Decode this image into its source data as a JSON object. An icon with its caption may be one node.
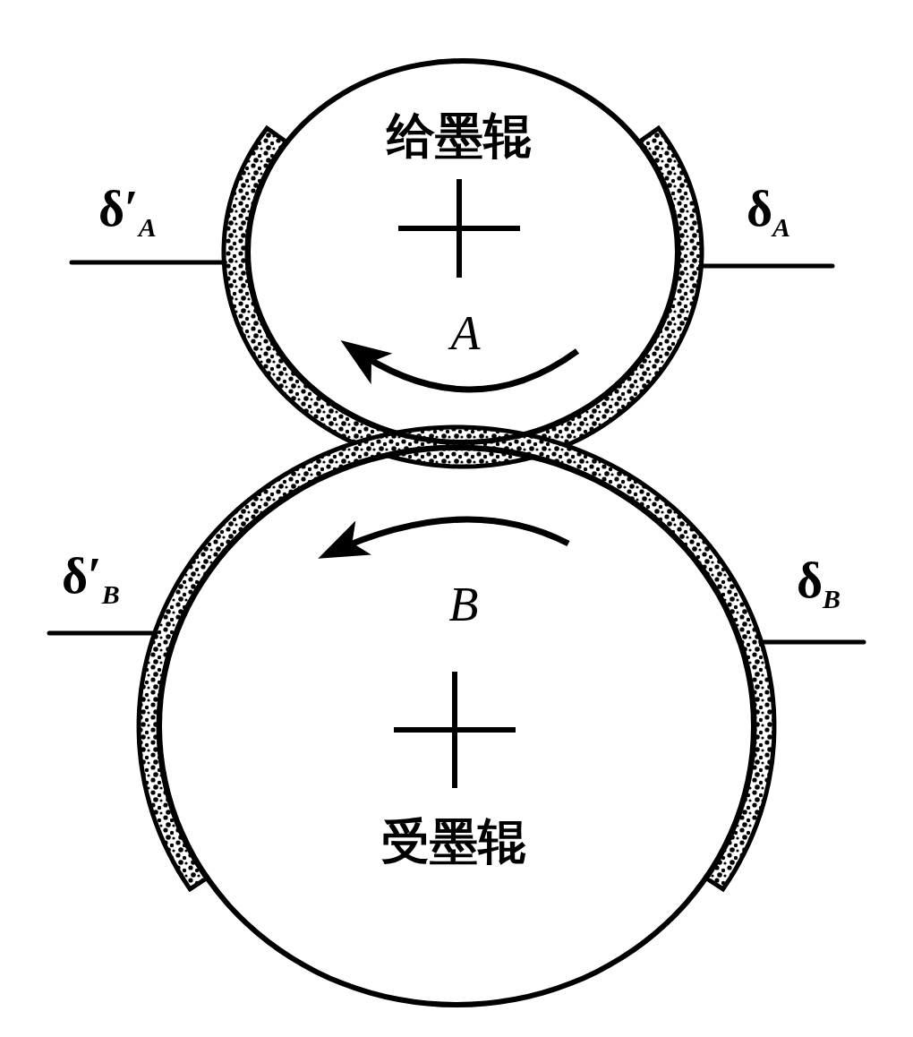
{
  "diagram": {
    "nodes": [
      {
        "text": [
          "给墨辊",
          "A"
        ]
      },
      {
        "text": [
          "B",
          "受墨辊"
        ]
      },
      {
        "text": [
          "δ′$_{A}$"
        ]
      },
      {
        "text": [
          "δ$_{A}$"
        ]
      },
      {
        "text": [
          "δ′$_{B}$"
        ]
      },
      {
        "text": [
          "δ$_{B}$"
        ]
      },
      {
        "text": [],
        "shape": "band"
      },
      {
        "text": [],
        "shape": "band"
      }
    ],
    "edges": [
      {
        "from": 2,
        "to": 6,
        "arrow": "none"
      },
      {
        "from": 3,
        "to": 6,
        "arrow": "none"
      },
      {
        "from": 4,
        "to": 7,
        "arrow": "none"
      },
      {
        "from": 5,
        "to": 7,
        "arrow": "none"
      }
    ]
  }
}
